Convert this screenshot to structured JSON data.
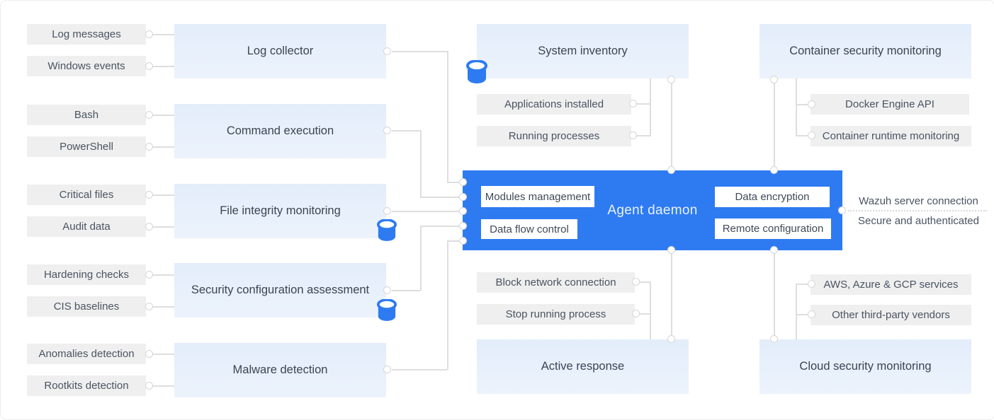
{
  "colors": {
    "primary_blue": "#2e7bf1",
    "module_bg_light_blue": "#e7effb",
    "input_bg_gray": "#efefef",
    "connector_gray": "#dedede",
    "text_dark": "#3f4a57"
  },
  "icons": {
    "database": "database-cylinder"
  },
  "agent": {
    "title": "Agent daemon",
    "left_modules": [
      "Modules management",
      "Data flow control"
    ],
    "right_modules": [
      "Data encryption",
      "Remote configuration"
    ]
  },
  "server_connection": {
    "line1": "Wazuh server connection",
    "line2": "Secure and authenticated"
  },
  "left_groups": [
    {
      "module": "Log collector",
      "inputs": [
        "Log messages",
        "Windows events"
      ]
    },
    {
      "module": "Command execution",
      "inputs": [
        "Bash",
        "PowerShell"
      ]
    },
    {
      "module": "File integrity monitoring",
      "inputs": [
        "Critical files",
        "Audit data"
      ],
      "has_database": true
    },
    {
      "module": "Security configuration assessment",
      "inputs": [
        "Hardening checks",
        "CIS baselines"
      ],
      "has_database": true
    },
    {
      "module": "Malware detection",
      "inputs": [
        "Anomalies detection",
        "Rootkits detection"
      ]
    }
  ],
  "top_center": {
    "module": "System inventory",
    "has_database": true,
    "items": [
      "Applications installed",
      "Running processes"
    ]
  },
  "top_right": {
    "module": "Container security monitoring",
    "items": [
      "Docker Engine API",
      "Container runtime monitoring"
    ]
  },
  "bottom_center": {
    "module": "Active response",
    "items": [
      "Block network connection",
      "Stop running process"
    ]
  },
  "bottom_right": {
    "module": "Cloud security monitoring",
    "items": [
      "AWS, Azure & GCP services",
      "Other third-party vendors"
    ]
  }
}
